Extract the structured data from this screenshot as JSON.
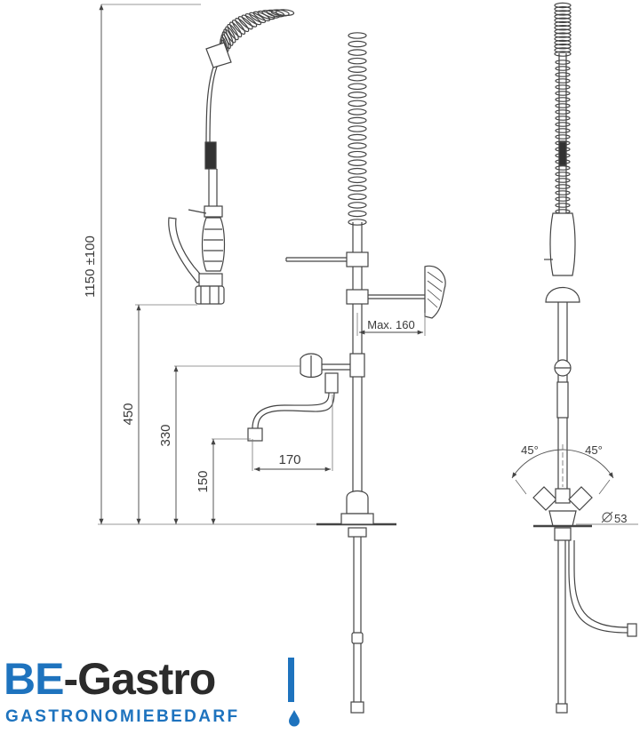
{
  "dimensions": {
    "total_height": "1150 ±100",
    "spout_swing": "Max. 160",
    "head_height": "450",
    "spout_height": "330",
    "spout_outlet_height": "150",
    "spout_reach": "170",
    "angle_left": "45°",
    "angle_right": "45°",
    "base_diameter": "53"
  },
  "logo": {
    "prefix": "BE",
    "rest": "-Gastro",
    "tagline": "GASTRONOMIEBEDARF"
  },
  "colors": {
    "brand_blue": "#1e73be",
    "line": "#444444"
  }
}
